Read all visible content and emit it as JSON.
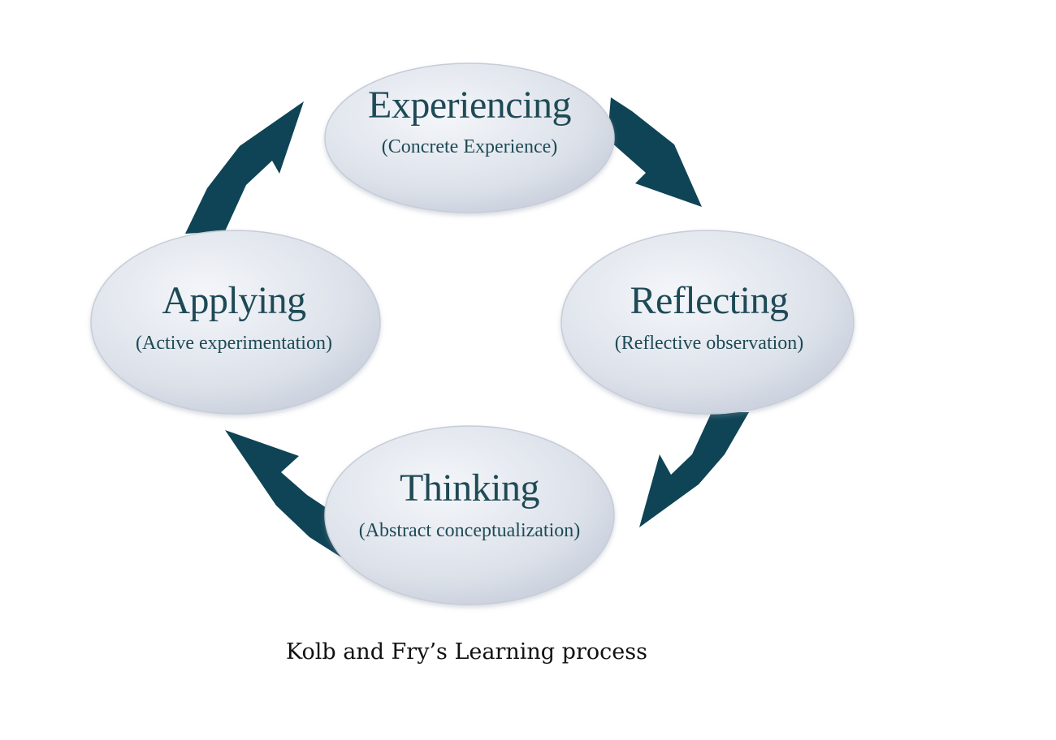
{
  "diagram": {
    "type": "cycle",
    "colors": {
      "arrow": "#0e4455",
      "node_text": "#1e4a56",
      "node_fill_light": "#f4f6fa",
      "node_fill_dark": "#c9cfdc",
      "node_stroke": "#c6ccd8"
    },
    "nodes": [
      {
        "id": "experiencing",
        "title": "Experiencing",
        "subtitle": "(Concrete Experience)"
      },
      {
        "id": "reflecting",
        "title": "Reflecting",
        "subtitle": "(Reflective observation)"
      },
      {
        "id": "thinking",
        "title": "Thinking",
        "subtitle": "(Abstract conceptualization)"
      },
      {
        "id": "applying",
        "title": "Applying",
        "subtitle": "(Active experimentation)"
      }
    ],
    "edges": [
      {
        "from": "experiencing",
        "to": "reflecting"
      },
      {
        "from": "reflecting",
        "to": "thinking"
      },
      {
        "from": "thinking",
        "to": "applying"
      },
      {
        "from": "applying",
        "to": "experiencing"
      }
    ]
  },
  "caption": "Kolb and Fry’s Learning process"
}
